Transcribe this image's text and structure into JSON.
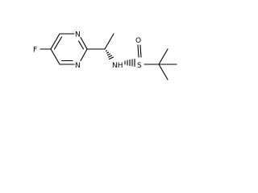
{
  "molecule": {
    "atoms": {
      "fluorine": "F",
      "nitrogen_upper": "N",
      "nitrogen_lower": "N",
      "amine": "NH",
      "sulfur": "S",
      "oxygen": "O"
    }
  }
}
